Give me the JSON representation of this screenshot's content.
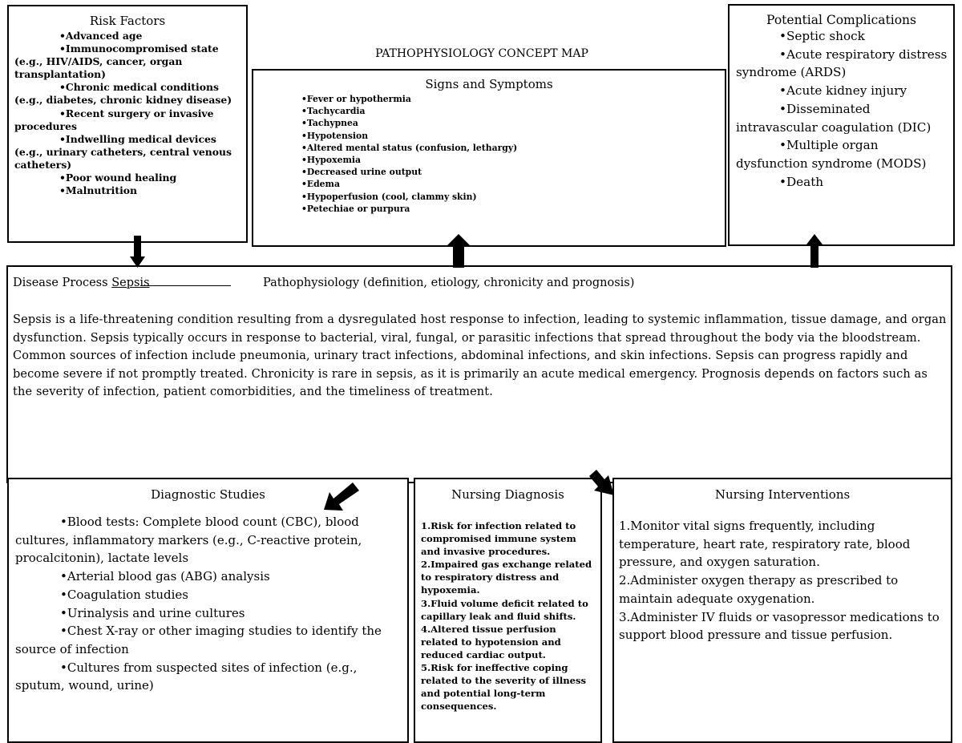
{
  "map_title": "PATHOPHYSIOLOGY CONCEPT MAP",
  "risk_factors": {
    "title": "Risk Factors",
    "items": [
      "Advanced age",
      "Immunocompromised state (e.g., HIV/AIDS, cancer, organ transplantation)",
      "Chronic medical conditions (e.g., diabetes, chronic kidney disease)",
      "Recent surgery or invasive procedures",
      "Indwelling medical devices (e.g., urinary catheters, central venous catheters)",
      "Poor wound healing",
      "Malnutrition"
    ]
  },
  "signs_symptoms": {
    "title": "Signs and Symptoms",
    "items": [
      "Fever or hypothermia",
      "Tachycardia",
      "Tachypnea",
      "Hypotension",
      "Altered mental status (confusion, lethargy)",
      "Hypoxemia",
      "Decreased urine output",
      "Edema",
      "Hypoperfusion (cool, clammy skin)",
      "Petechiae or purpura"
    ]
  },
  "complications": {
    "title": "Potential Complications",
    "items": [
      "Septic shock",
      "Acute respiratory distress syndrome (ARDS)",
      "Acute kidney injury",
      "Disseminated intravascular coagulation (DIC)",
      "Multiple organ dysfunction syndrome (MODS)",
      "Death"
    ]
  },
  "disease_process": {
    "label": "Disease Process ",
    "name": "Sepsis",
    "heading": "Pathophysiology (definition, etiology, chronicity and prognosis)",
    "text": "Sepsis is a life-threatening condition resulting from a dysregulated host response to infection, leading to systemic inflammation, tissue damage, and organ dysfunction. Sepsis typically occurs in response to bacterial, viral, fungal, or parasitic infections that spread throughout the body via the bloodstream. Common sources of infection include pneumonia, urinary tract infections, abdominal infections, and skin infections. Sepsis can progress rapidly and become severe if not promptly treated. Chronicity is rare in sepsis, as it is primarily an acute medical emergency. Prognosis depends on factors such as the severity of infection, patient comorbidities, and the timeliness of treatment."
  },
  "diagnostic_studies": {
    "title": "Diagnostic Studies",
    "items": [
      "Blood tests: Complete blood count (CBC), blood cultures, inflammatory markers (e.g., C-reactive protein, procalcitonin), lactate levels",
      "Arterial blood gas (ABG) analysis",
      "Coagulation studies",
      "Urinalysis and urine cultures",
      "Chest X-ray or other imaging studies to identify the source of infection",
      "Cultures from suspected sites of infection (e.g., sputum, wound, urine)"
    ]
  },
  "nursing_diagnosis": {
    "title": "Nursing Diagnosis",
    "items": [
      "1.Risk for infection related to compromised immune system and invasive procedures.",
      "2.Impaired gas exchange related to respiratory distress and hypoxemia.",
      "3.Fluid volume deficit related to capillary leak and fluid shifts.",
      "4.Altered tissue perfusion related to hypotension and reduced cardiac output.",
      "5.Risk for ineffective coping related to the severity of illness and potential long-term consequences."
    ]
  },
  "nursing_interventions": {
    "title": "Nursing Interventions",
    "items": [
      "1.Monitor vital signs frequently, including temperature, heart rate, respiratory rate, blood pressure, and oxygen saturation.",
      "2.Administer oxygen therapy as prescribed to maintain adequate oxygenation.",
      "3.Administer IV fluids or vasopressor medications to support blood pressure and tissue perfusion."
    ]
  }
}
